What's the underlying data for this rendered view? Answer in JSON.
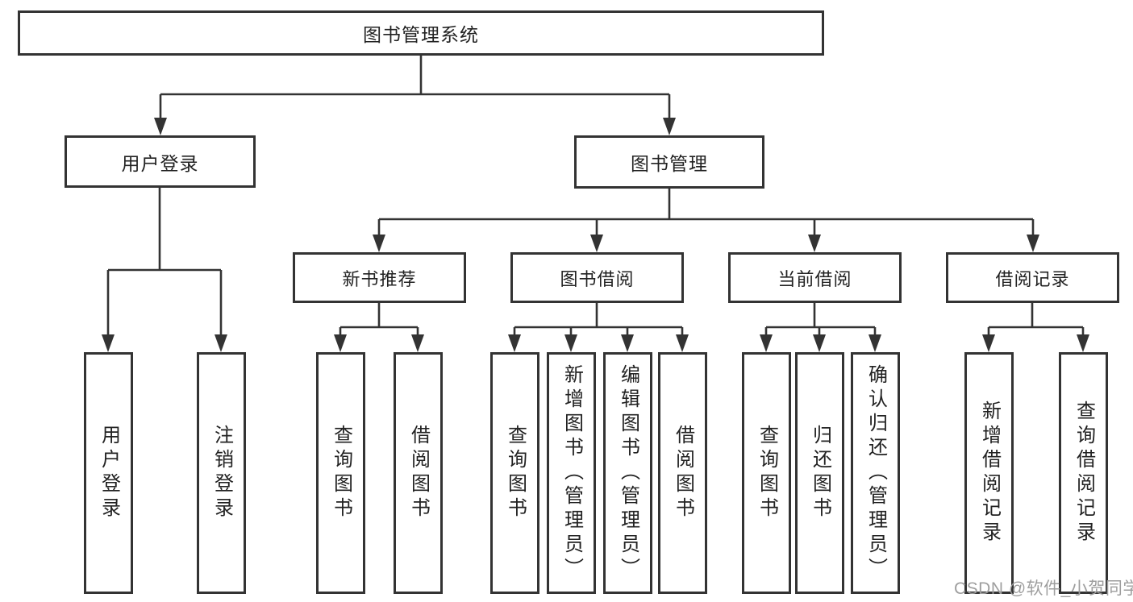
{
  "tree": {
    "root": {
      "label": "图书管理系统"
    },
    "branches": [
      {
        "label": "用户登录",
        "children": [
          {
            "label": "用户登录"
          },
          {
            "label": "注销登录"
          }
        ]
      },
      {
        "label": "图书管理",
        "children": [
          {
            "label": "新书推荐",
            "children": [
              {
                "label": "查询图书"
              },
              {
                "label": "借阅图书"
              }
            ]
          },
          {
            "label": "图书借阅",
            "children": [
              {
                "label": "查询图书"
              },
              {
                "label": "新增图书（管理员）"
              },
              {
                "label": "编辑图书（管理员）"
              },
              {
                "label": "借阅图书"
              }
            ]
          },
          {
            "label": "当前借阅",
            "children": [
              {
                "label": "查询图书"
              },
              {
                "label": "归还图书"
              },
              {
                "label": "确认归还（管理员）"
              }
            ]
          },
          {
            "label": "借阅记录",
            "children": [
              {
                "label": "新增借阅记录"
              },
              {
                "label": "查询借阅记录"
              }
            ]
          }
        ]
      }
    ]
  },
  "watermark": {
    "text": "CSDN @软件_小贺同学"
  },
  "colors": {
    "line": "#333333",
    "text": "#222222",
    "box_background": "#ffffff",
    "watermark": "#9e9e9e"
  }
}
